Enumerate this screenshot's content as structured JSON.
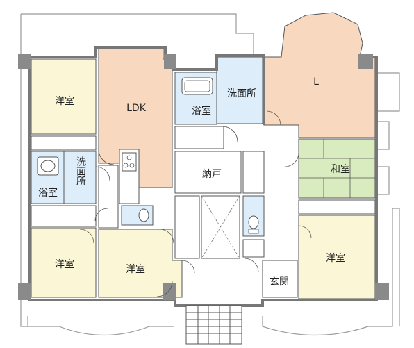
{
  "colors": {
    "wall": "#888888",
    "wall_outline": "#555555",
    "corner_block": "#8a8a8a",
    "bedroom": "#faf6d6",
    "ldk": "#f8d9bf",
    "living": "#f8d9bf",
    "wet": "#ddeefa",
    "tatami": "#d9ecbf",
    "tatami_line": "#555555",
    "fixture": "#ffffff",
    "balcony_line": "#999999"
  },
  "rooms": {
    "western_nw": "洋室",
    "ldk": "LDK",
    "bath_top": "浴室",
    "washroom_top": "洗面所",
    "living": "L",
    "washroom_left": "洗面所",
    "bath_left": "浴室",
    "storage": "納戸",
    "japanese": "和室",
    "western_sw": "洋室",
    "western_s": "洋室",
    "western_se": "洋室",
    "entrance": "玄関"
  },
  "icons": {
    "bathtub_top": "bathtub-icon",
    "sink_left": "washbasin-icon",
    "toilet_center": "toilet-icon",
    "toilet_mid": "toilet-icon",
    "stove": "stove-icon",
    "stairs": "stairs-icon"
  }
}
